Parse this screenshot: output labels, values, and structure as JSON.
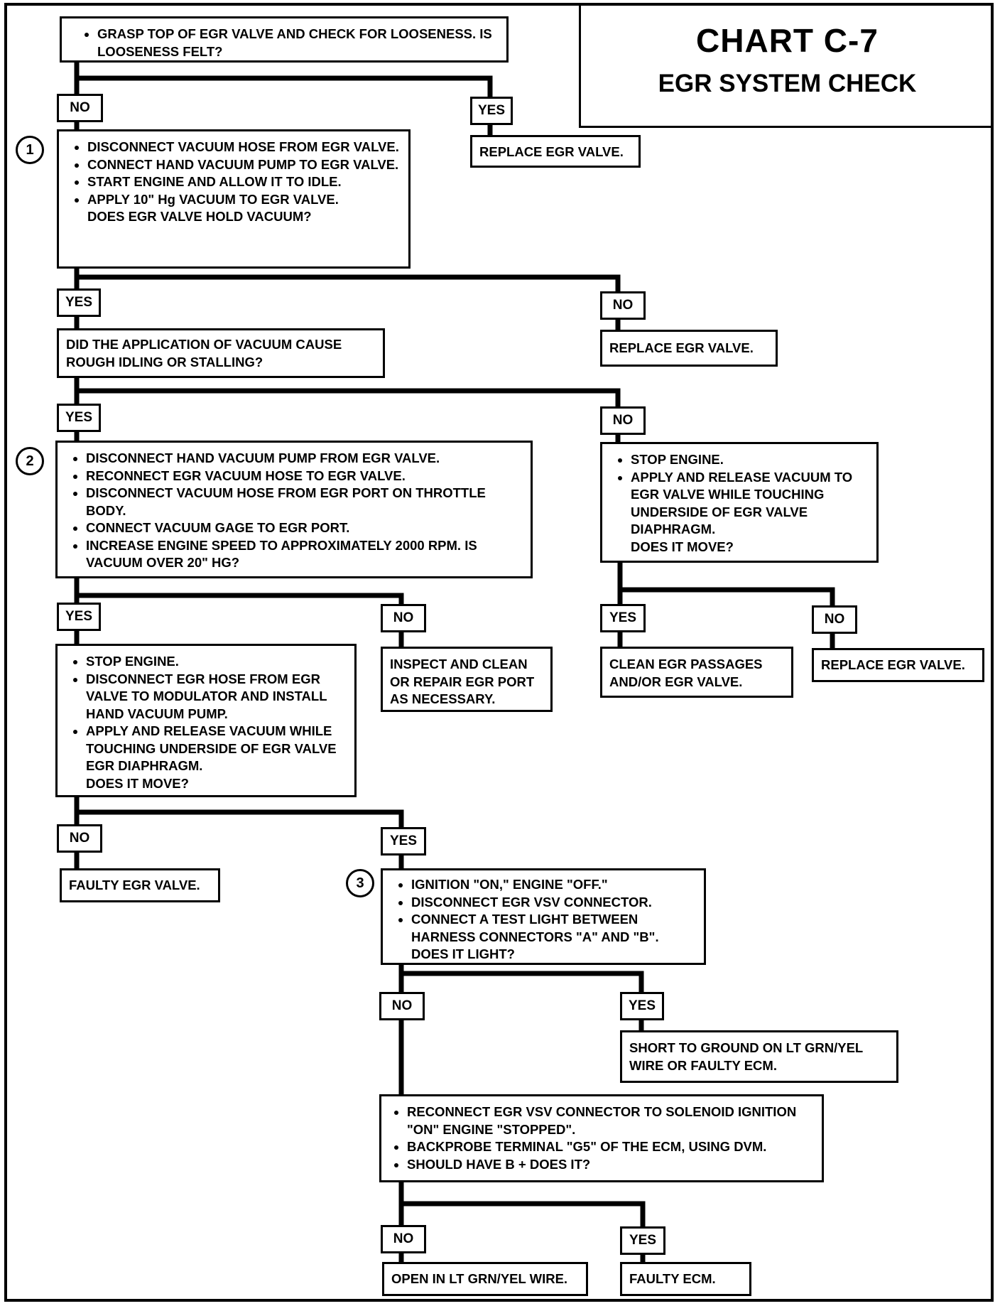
{
  "title": {
    "chart": "CHART C-7",
    "subtitle": "EGR SYSTEM CHECK"
  },
  "steps": {
    "s1": "1",
    "s2": "2",
    "s3": "3"
  },
  "boxes": {
    "b0": {
      "bullets": [
        "GRASP TOP OF EGR VALVE AND CHECK FOR LOOSENESS. IS LOOSENESS FELT?"
      ]
    },
    "b1": {
      "bullets": [
        "DISCONNECT VACUUM HOSE FROM EGR VALVE.",
        "CONNECT HAND VACUUM PUMP TO EGR VALVE.",
        "START ENGINE AND ALLOW IT TO IDLE.",
        "APPLY 10\" Hg VACUUM TO EGR VALVE."
      ],
      "question": "DOES EGR VALVE HOLD VACUUM?"
    },
    "b_replace1": "REPLACE EGR VALVE.",
    "b_rough": "DID THE APPLICATION OF VACUUM CAUSE ROUGH IDLING OR STALLING?",
    "b_replace2": "REPLACE EGR  VALVE.",
    "b2": {
      "bullets": [
        "DISCONNECT HAND VACUUM PUMP FROM EGR VALVE.",
        "RECONNECT EGR VACUUM HOSE TO EGR VALVE.",
        "DISCONNECT VACUUM HOSE FROM EGR PORT ON THROTTLE BODY.",
        "CONNECT VACUUM GAGE TO EGR PORT.",
        "INCREASE ENGINE SPEED TO APPROXIMATELY 2000 RPM. IS VACUUM OVER 20\" HG?"
      ]
    },
    "b_stop1": {
      "bullets": [
        "STOP ENGINE.",
        "APPLY AND RELEASE VACUUM TO EGR VALVE WHILE TOUCHING UNDERSIDE OF EGR VALVE DIAPHRAGM."
      ],
      "question": "DOES IT MOVE?"
    },
    "b_stop2": {
      "bullets": [
        "STOP ENGINE.",
        "DISCONNECT EGR HOSE FROM EGR VALVE TO MODULATOR AND INSTALL HAND VACUUM PUMP.",
        "APPLY AND RELEASE VACUUM WHILE TOUCHING UNDERSIDE OF EGR VALVE  EGR DIAPHRAGM."
      ],
      "question": "DOES IT MOVE?"
    },
    "b_inspect": "INSPECT AND CLEAN OR REPAIR EGR PORT AS NECESSARY.",
    "b_clean": "CLEAN EGR PASSAGES AND/OR EGR VALVE.",
    "b_replace3": "REPLACE EGR VALVE.",
    "b_faulty_valve": "FAULTY EGR VALVE.",
    "b3": {
      "bullets": [
        "IGNITION \"ON,\" ENGINE \"OFF.\"",
        "DISCONNECT EGR  VSV CONNECTOR.",
        "CONNECT A TEST LIGHT BETWEEN HARNESS CONNECTORS \"A\" AND \"B\"."
      ],
      "question": "DOES IT LIGHT?"
    },
    "b_short": "SHORT TO GROUND ON LT GRN/YEL WIRE OR FAULTY ECM.",
    "b_reconnect": {
      "bullets": [
        "RECONNECT EGR VSV CONNECTOR TO  SOLENOID IGNITION \"ON\" ENGINE \"STOPPED\".",
        "BACKPROBE TERMINAL \"G5\"  OF THE ECM, USING DVM.",
        "SHOULD HAVE B + DOES IT?"
      ]
    },
    "b_open": "OPEN IN LT GRN/YEL WIRE.",
    "b_faulty_ecm": "FAULTY ECM."
  },
  "answers": {
    "yes": "YES",
    "no": "NO"
  }
}
